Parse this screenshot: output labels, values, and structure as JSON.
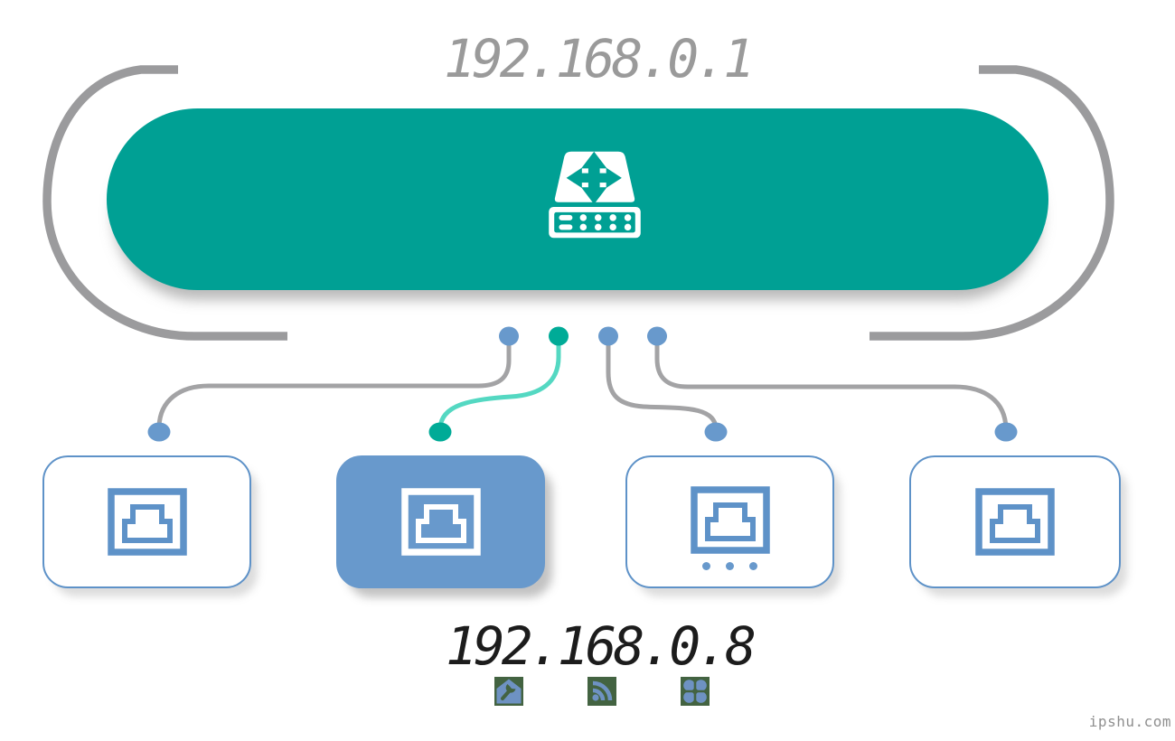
{
  "router": {
    "ip": "192.168.0.1",
    "icon": "network-switch-icon"
  },
  "device": {
    "ip": "192.168.0.8"
  },
  "ports": [
    {
      "label": "ethernet-port-1",
      "state": "inactive",
      "ellipsis": false
    },
    {
      "label": "ethernet-port-2",
      "state": "active",
      "ellipsis": false
    },
    {
      "label": "ethernet-port-3",
      "state": "inactive",
      "ellipsis": true
    },
    {
      "label": "ethernet-port-4",
      "state": "inactive",
      "ellipsis": false
    }
  ],
  "device_service_icons": [
    "home-config-icon",
    "wifi-signal-icon",
    "clover-icon"
  ],
  "watermark": "ipshu.com",
  "colors": {
    "teal": "#00a094",
    "teal_bright": "#00ab97",
    "teal_light": "#54d8c2",
    "blue_fill": "#6899cc",
    "blue_stroke": "#5e92c8",
    "gray_arc": "#9b9b9d",
    "gray_line": "#a3a3a5",
    "ip_top_color": "#9a9a9a",
    "ip_bottom_color": "#1c1c1c",
    "favicon_green": "#436341",
    "favicon_blue": "#6e92c2",
    "watermark_color": "#8f8f8f"
  }
}
